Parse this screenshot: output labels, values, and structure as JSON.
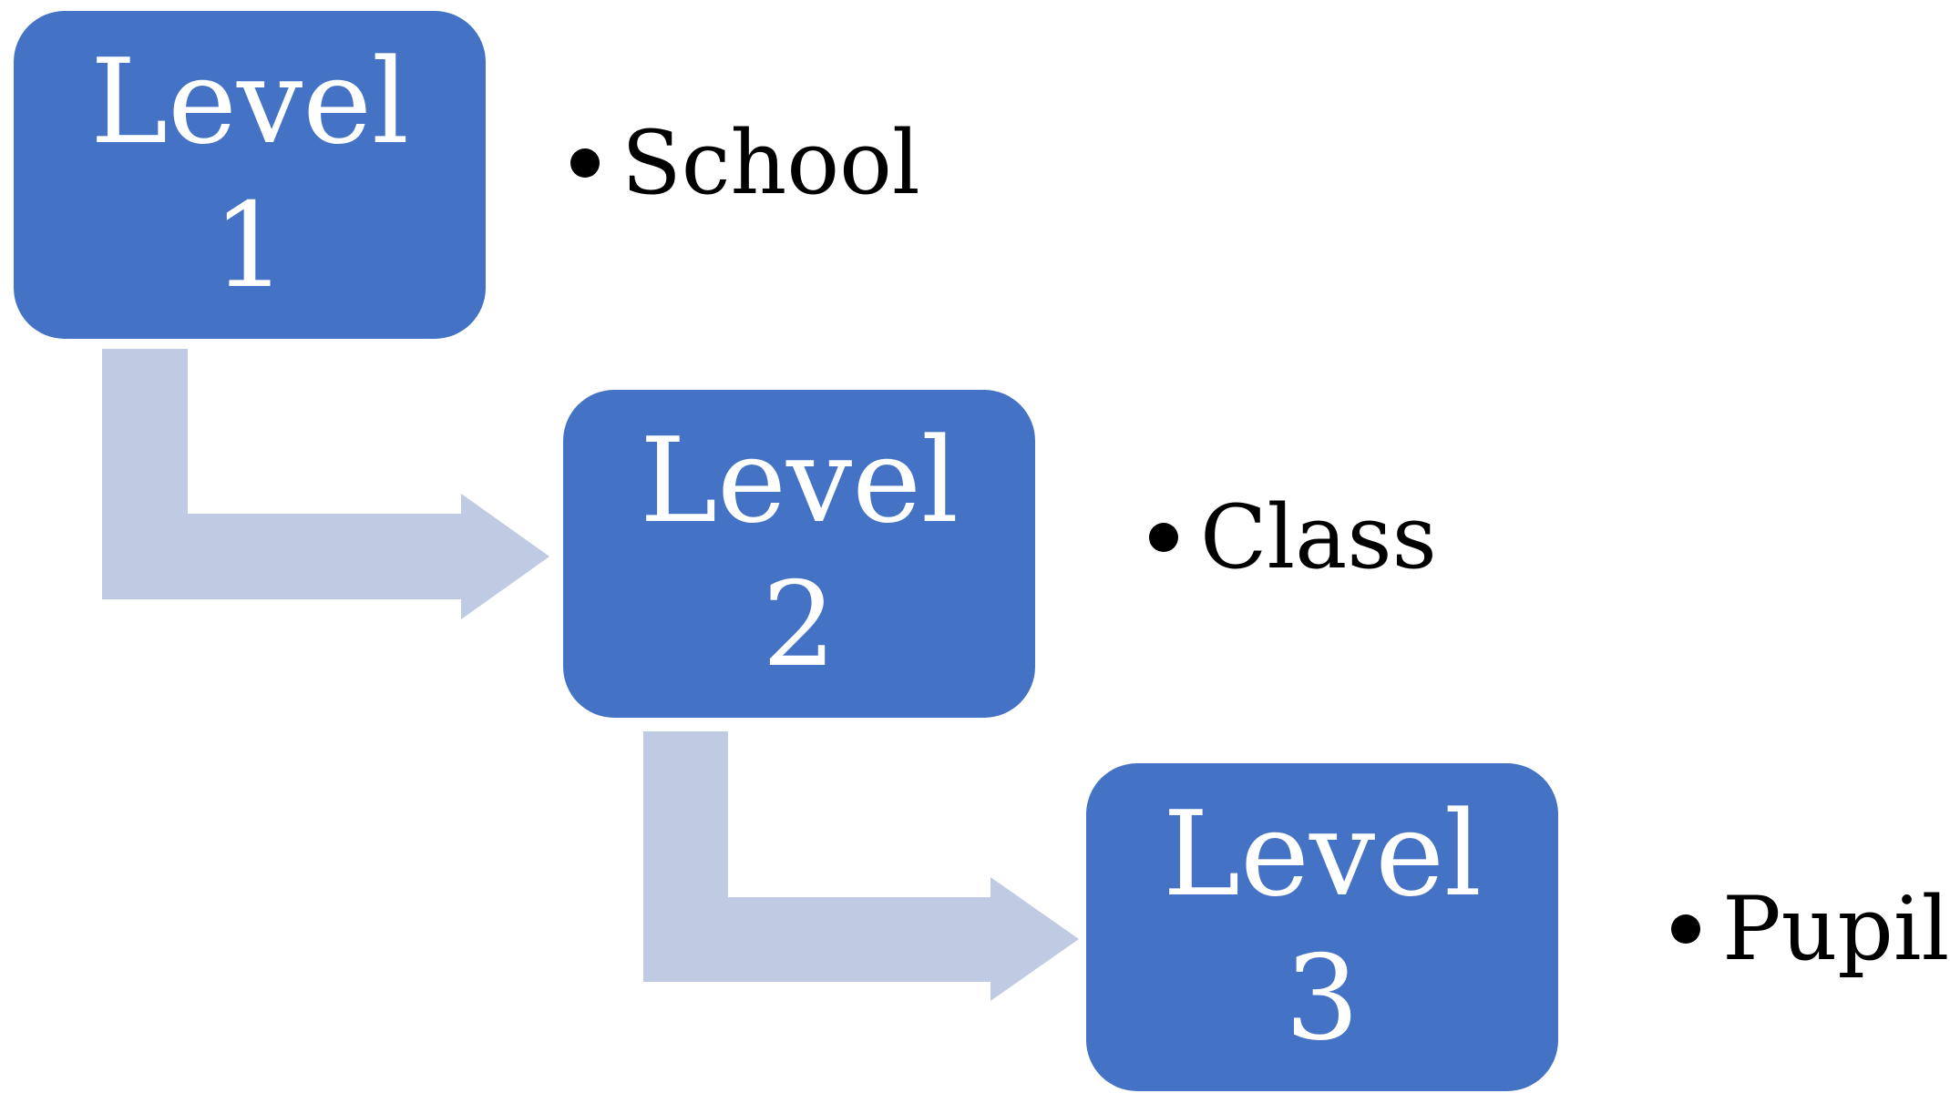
{
  "colors": {
    "box_fill": "#4472c4",
    "box_text": "#ffffff",
    "arrow_fill": "#bfcae3",
    "bullet_text": "#000000"
  },
  "levels": [
    {
      "word": "Level",
      "number": "1",
      "item": "School"
    },
    {
      "word": "Level",
      "number": "2",
      "item": "Class"
    },
    {
      "word": "Level",
      "number": "3",
      "item": "Pupil"
    }
  ]
}
